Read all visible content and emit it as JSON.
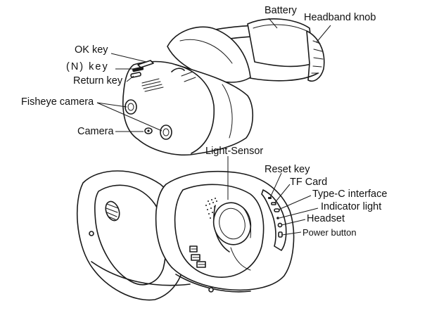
{
  "labels": {
    "battery": "Battery",
    "headband_knob": "Headband knob",
    "ok_key": "OK key",
    "n_key": "(N) key",
    "return_key": "Return key",
    "fisheye_camera": "Fisheye camera",
    "camera": "Camera",
    "light_sensor": "Light-Sensor",
    "reset_key": "Reset key",
    "tf_card": "TF Card",
    "type_c_interface": "Type-C interface",
    "indicator_light": "Indicator light",
    "headset": "Headset",
    "power_button": "Power button"
  }
}
